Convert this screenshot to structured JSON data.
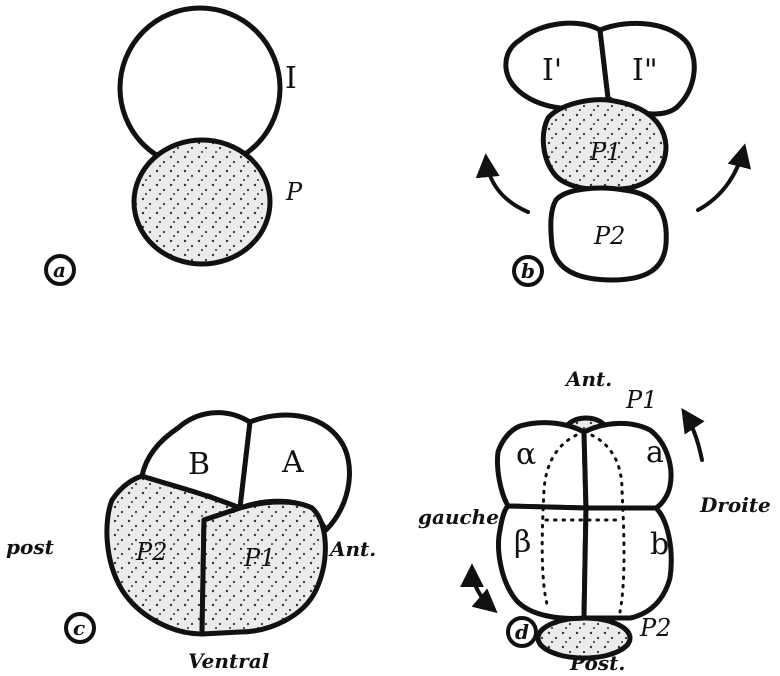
{
  "panels": {
    "a": {
      "marker": "a",
      "cells": {
        "upper": "I",
        "lower": "P"
      }
    },
    "b": {
      "marker": "b",
      "cells": {
        "left": "I'",
        "right": "I\"",
        "middle": "P1",
        "bottom": "P2"
      }
    },
    "c": {
      "marker": "c",
      "cells": {
        "b": "B",
        "a": "A",
        "p2": "P2",
        "p1": "P1"
      },
      "orientation": {
        "left": "post",
        "right": "Ant.",
        "bottom": "Ventral"
      }
    },
    "d": {
      "marker": "d",
      "cells": {
        "alpha": "α",
        "a": "a",
        "beta": "β",
        "b": "b",
        "p1": "P1",
        "p2": "P2"
      },
      "orientation": {
        "top": "Ant.",
        "left": "gauche",
        "right": "Droite",
        "bottom": "Post."
      }
    }
  },
  "colors": {
    "ink": "#111111",
    "fill": "#e9e9e9",
    "paper": "#ffffff"
  }
}
